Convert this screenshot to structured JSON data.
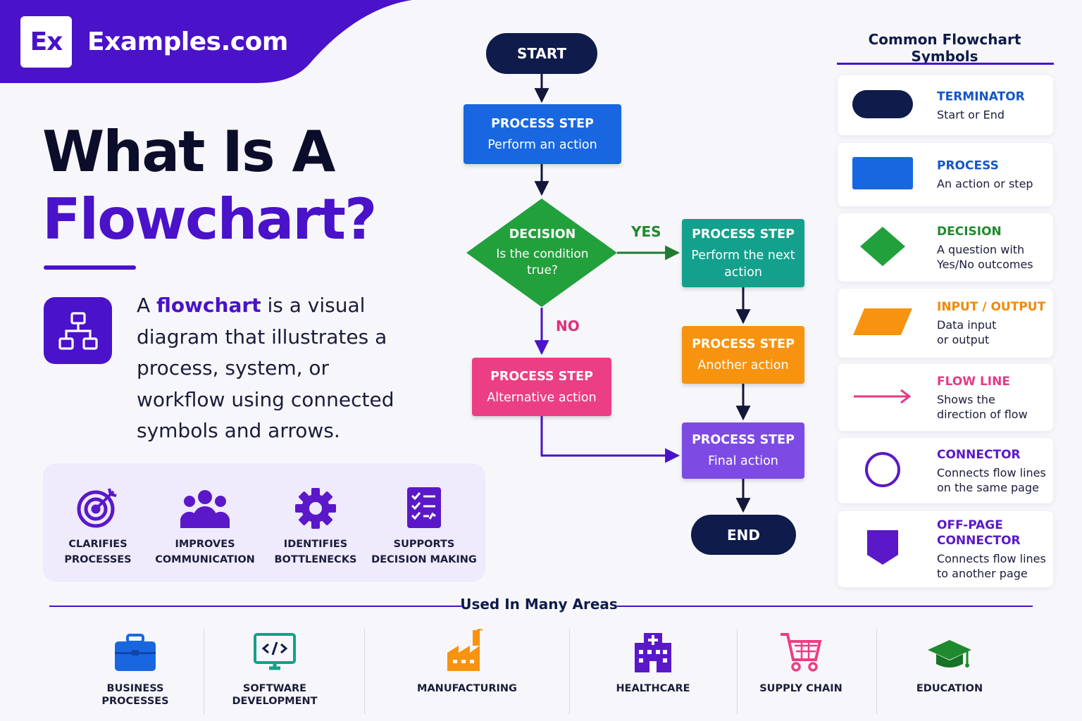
{
  "brand": {
    "logo_text": "Ex",
    "name": "Examples.com",
    "band_color": "#4a12c9"
  },
  "hero": {
    "title_line1": "What Is A",
    "title_line2": "Flowchart?",
    "intro_prefix": "A ",
    "intro_highlight": "flowchart",
    "intro_rest": " is a visual diagram that illustrates a process, system, or workflow using connected symbols and arrows.",
    "intro_icon": "hierarchy-icon"
  },
  "benefits": [
    {
      "icon": "target-icon",
      "label": "CLARIFIES\nPROCESSES"
    },
    {
      "icon": "people-icon",
      "label": "IMPROVES\nCOMMUNICATION"
    },
    {
      "icon": "gear-icon",
      "label": "IDENTIFIES\nBOTTLENECKS"
    },
    {
      "icon": "checklist-icon",
      "label": "SUPPORTS\nDECISION MAKING"
    }
  ],
  "flowchart": {
    "start": "START",
    "step1": {
      "title": "PROCESS STEP",
      "text": "Perform an action",
      "color": "#1967e0"
    },
    "decision": {
      "title": "DECISION",
      "text": "Is the condition true?",
      "color": "#22a03c"
    },
    "yes_label": "YES",
    "no_label": "NO",
    "yes_step": {
      "title": "PROCESS STEP",
      "text": "Perform the next action",
      "color": "#13a08c"
    },
    "no_step": {
      "title": "PROCESS STEP",
      "text": "Alternative action",
      "color": "#ec3e84"
    },
    "step_orange": {
      "title": "PROCESS STEP",
      "text": "Another action",
      "color": "#f7930f"
    },
    "step_final": {
      "title": "PROCESS STEP",
      "text": "Final action",
      "color": "#7d4be3"
    },
    "end": "END"
  },
  "symbols": {
    "title": "Common Flowchart Symbols",
    "items": [
      {
        "name": "TERMINATOR",
        "desc": "Start or End",
        "color": "#1556c7",
        "shape": "pill-shape"
      },
      {
        "name": "PROCESS",
        "desc": "An action or step",
        "color": "#1556c7",
        "shape": "rectangle-shape"
      },
      {
        "name": "DECISION",
        "desc": "A question with\nYes/No outcomes",
        "color": "#1f8a2d",
        "shape": "diamond-shape"
      },
      {
        "name": "INPUT / OUTPUT",
        "desc": "Data input\nor output",
        "color": "#f08a09",
        "shape": "parallelogram-shape"
      },
      {
        "name": "FLOW LINE",
        "desc": "Shows the\ndirection of flow",
        "color": "#e53a88",
        "shape": "arrow-shape"
      },
      {
        "name": "CONNECTOR",
        "desc": "Connects flow lines\non the same page",
        "color": "#5a18c9",
        "shape": "circle-shape"
      },
      {
        "name": "OFF-PAGE\nCONNECTOR",
        "desc": "Connects flow lines\nto another page",
        "color": "#5a18c9",
        "shape": "pentagon-shape"
      }
    ]
  },
  "areas": {
    "title": "Used In Many Areas",
    "items": [
      {
        "icon": "briefcase-icon",
        "label": "BUSINESS\nPROCESSES"
      },
      {
        "icon": "code-monitor-icon",
        "label": "SOFTWARE\nDEVELOPMENT"
      },
      {
        "icon": "factory-icon",
        "label": "MANUFACTURING"
      },
      {
        "icon": "hospital-icon",
        "label": "HEALTHCARE"
      },
      {
        "icon": "cart-icon",
        "label": "SUPPLY CHAIN"
      },
      {
        "icon": "graduation-cap-icon",
        "label": "EDUCATION"
      }
    ]
  }
}
